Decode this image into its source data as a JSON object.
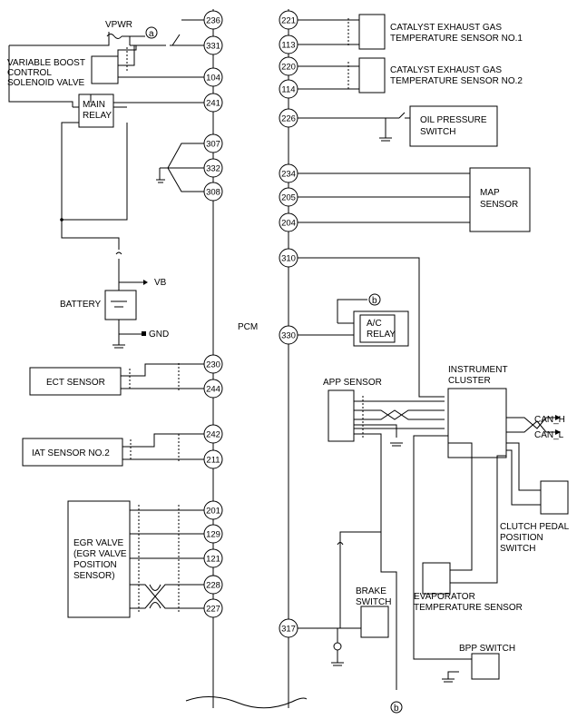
{
  "pcm": {
    "label": "PCM",
    "left_pins": [
      "236",
      "331",
      "104",
      "241",
      "307",
      "332",
      "308",
      "230",
      "244",
      "242",
      "211",
      "201",
      "129",
      "121",
      "228",
      "227"
    ],
    "right_pins": [
      "221",
      "113",
      "220",
      "114",
      "226",
      "234",
      "205",
      "204",
      "310",
      "330",
      "317"
    ]
  },
  "components": {
    "vpwr": "VPWR",
    "variable_boost": [
      "VARIABLE BOOST",
      "CONTROL",
      "SOLENOID VALVE"
    ],
    "main_relay": [
      "MAIN",
      "RELAY"
    ],
    "battery": "BATTERY",
    "vb": "VB",
    "gnd": "GND",
    "ect_sensor": "ECT SENSOR",
    "iat_sensor": "IAT SENSOR NO.2",
    "egr_valve": [
      "EGR VALVE",
      "(EGR VALVE",
      "POSITION",
      "SENSOR)"
    ],
    "catalyst1": [
      "CATALYST EXHAUST GAS",
      "TEMPERATURE SENSOR NO.1"
    ],
    "catalyst2": [
      "CATALYST EXHAUST GAS",
      "TEMPERATURE SENSOR NO.2"
    ],
    "oil_pressure": [
      "OIL PRESSURE",
      "SWITCH"
    ],
    "map_sensor": [
      "MAP",
      "SENSOR"
    ],
    "ac_relay": [
      "A/C",
      "RELAY"
    ],
    "app_sensor": "APP SENSOR",
    "instrument_cluster": [
      "INSTRUMENT",
      "CLUSTER"
    ],
    "can_h": "CAN_H",
    "can_l": "CAN_L",
    "clutch_pedal": [
      "CLUTCH PEDAL",
      "POSITION",
      "SWITCH"
    ],
    "evaporator": [
      "EVAPORATOR",
      "TEMPERATURE SENSOR"
    ],
    "brake_switch": [
      "BRAKE",
      "SWITCH"
    ],
    "bpp_switch": "BPP SWITCH"
  },
  "connectors": {
    "a": "a",
    "b": "b"
  }
}
